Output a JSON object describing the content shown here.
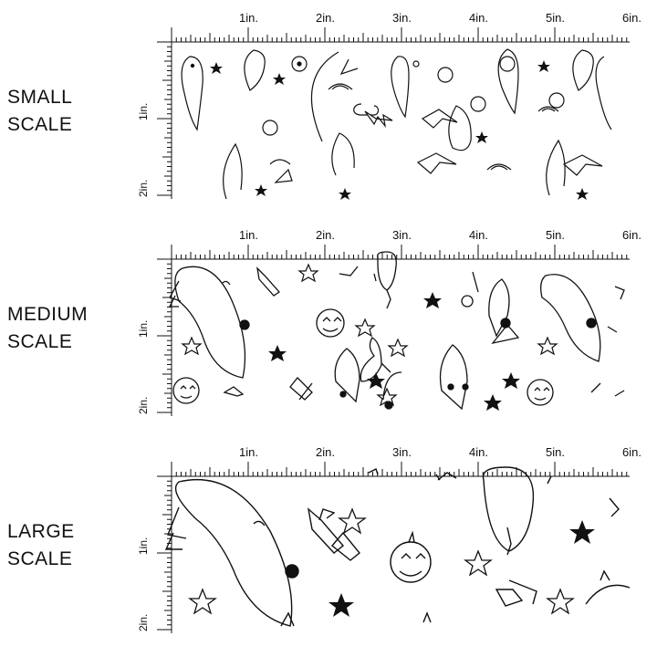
{
  "panels": [
    {
      "label_line1": "SMALL",
      "label_line2": "SCALE",
      "top_ruler": [
        "1in.",
        "2in.",
        "3in.",
        "4in.",
        "5in.",
        "6in."
      ],
      "side_ruler": [
        "1in.",
        "2in."
      ]
    },
    {
      "label_line1": "MEDIUM",
      "label_line2": "SCALE",
      "top_ruler": [
        "1in.",
        "2in.",
        "3in.",
        "4in.",
        "5in.",
        "6in."
      ],
      "side_ruler": [
        "1in.",
        "2in."
      ]
    },
    {
      "label_line1": "LARGE",
      "label_line2": "SCALE",
      "top_ruler": [
        "1in.",
        "2in.",
        "3in.",
        "4in.",
        "5in.",
        "6in."
      ],
      "side_ruler": [
        "1in.",
        "2in."
      ]
    }
  ],
  "pattern_motifs": [
    "narwhal-ghost",
    "unicorn-horn-ghost",
    "jack-o-lantern",
    "bat",
    "spider",
    "shooting-star",
    "star",
    "rainbow",
    "candy"
  ],
  "colors": {
    "ink": "#111111",
    "background": "#ffffff"
  }
}
